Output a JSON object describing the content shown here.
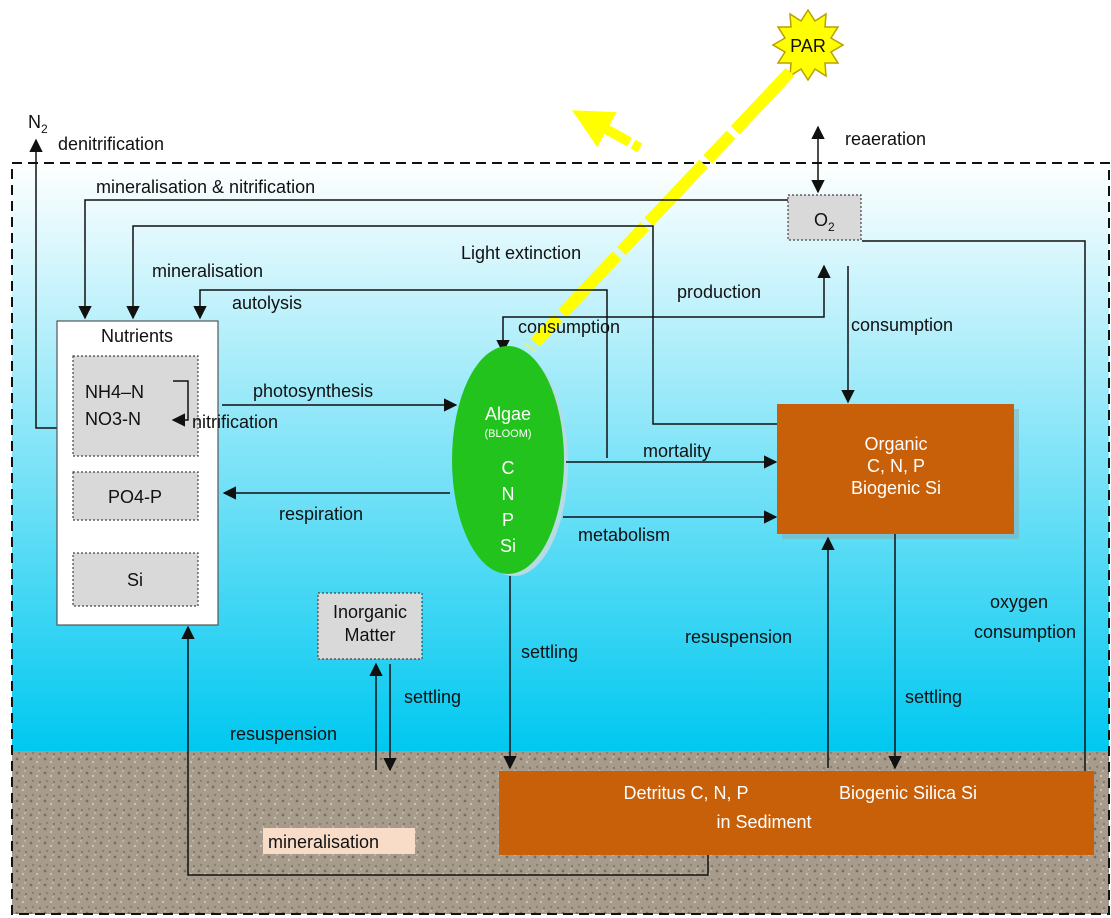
{
  "diagram": {
    "sun": {
      "label": "PAR",
      "fill": "#ffff00",
      "stroke": "#b8a000"
    },
    "water_column": {
      "gradient_top": "#ffffff",
      "gradient_bottom": "#00c8f0"
    },
    "sediment": {
      "color": "#a89c8c"
    },
    "n2_label": "N",
    "n2_subscript": "2",
    "labels": {
      "denitrification": "denitrification",
      "reaeration": "reaeration",
      "mineralisation_nitrification": "mineralisation & nitrification",
      "mineralisation_top": "mineralisation",
      "light_extinction": "Light extinction",
      "autolysis": "autolysis",
      "production": "production",
      "consumption_left": "consumption",
      "consumption_right": "consumption",
      "photosynthesis": "photosynthesis",
      "nitrification": "nitrification",
      "mortality": "mortality",
      "respiration": "respiration",
      "metabolism": "metabolism",
      "oxygen_consumption_1": "oxygen",
      "oxygen_consumption_2": "consumption",
      "settling_algae": "settling",
      "settling_inorganic": "settling",
      "settling_organic": "settling",
      "resuspension_inorganic": "resuspension",
      "resuspension_organic": "resuspension",
      "mineralisation_bottom": "mineralisation"
    },
    "nutrients": {
      "title": "Nutrients",
      "nh4": "NH4–N",
      "no3": "NO3-N",
      "po4": "PO4-P",
      "si": "Si"
    },
    "o2": {
      "label": "O",
      "subscript": "2"
    },
    "algae": {
      "title": "Algae",
      "subtitle": "(BLOOM)",
      "elements": [
        "C",
        "N",
        "P",
        "Si"
      ],
      "color": "#22c31d"
    },
    "organic": {
      "line1": "Organic",
      "line2": "C, N, P",
      "line3": "Biogenic Si",
      "color": "#c8600a"
    },
    "inorganic": {
      "line1": "Inorganic",
      "line2": "Matter"
    },
    "detritus": {
      "line1a": "Detritus C, N, P",
      "line1b": "Biogenic Silica Si",
      "line2": "in Sediment",
      "color": "#c8600a"
    }
  }
}
